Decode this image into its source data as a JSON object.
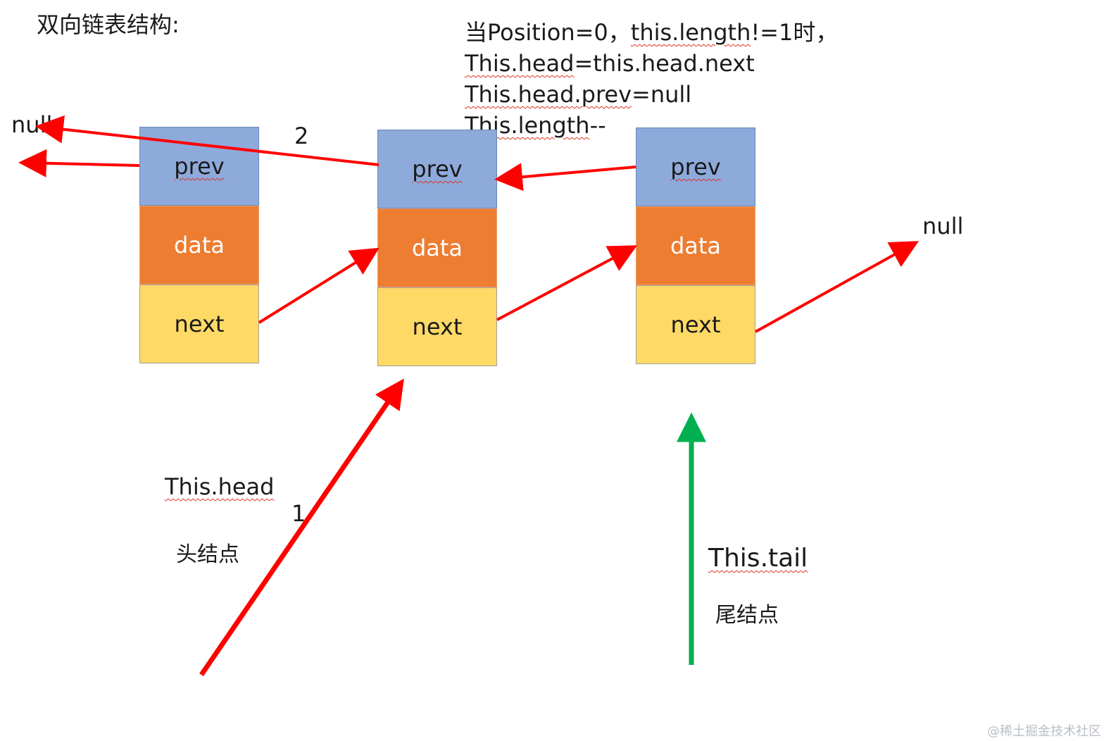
{
  "title": "双向链表结构:",
  "condition_lines": [
    {
      "pre": "当Position=0，",
      "squig": "this.length",
      "post": "!=1时，"
    },
    {
      "pre": "",
      "squig": "This.head",
      "post": "=this.head.next"
    },
    {
      "pre": "",
      "squig": "This.head.prev",
      "post": "=null"
    },
    {
      "pre": "",
      "squig": "This.length",
      "post": "--"
    }
  ],
  "nodes": [
    {
      "prev": "prev",
      "data": "data",
      "next": "next"
    },
    {
      "prev": "prev",
      "data": "data",
      "next": "next"
    },
    {
      "prev": "prev",
      "data": "data",
      "next": "next"
    }
  ],
  "null_left": "null",
  "null_right": "null",
  "step_2": "2",
  "step_1": "1",
  "head_label": "This.head",
  "head_cn": "头结点",
  "tail_label": "This.tail",
  "tail_cn": "尾结点",
  "watermark": "@稀土掘金技术社区",
  "colors": {
    "prev": "#8eaadb",
    "data": "#ed7d31",
    "next": "#ffd966",
    "arrow_red": "#ff0000",
    "arrow_green": "#00b050"
  }
}
